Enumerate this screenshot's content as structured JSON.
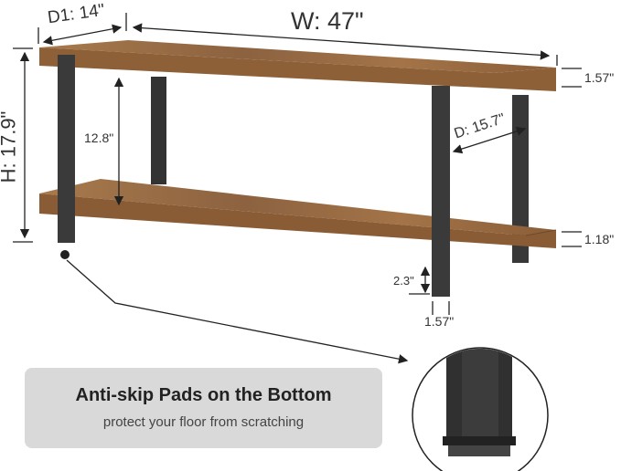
{
  "dimensions": {
    "depth_top": "D1: 14\"",
    "width": "W: 47\"",
    "height": "H: 17.9\"",
    "shelf_gap": "12.8\"",
    "depth_bottom": "D: 15.7\"",
    "top_thickness": "1.57\"",
    "bottom_thickness": "1.18\"",
    "clearance": "2.3\"",
    "leg_width": "1.57\""
  },
  "callout": {
    "title": "Anti-skip Pads on the Bottom",
    "subtitle": "protect your floor from scratching"
  },
  "colors": {
    "wood": "#9a6a3e",
    "wood_dark": "#7a5030",
    "metal": "#3a3a3a",
    "panel": "#d9d9d9"
  }
}
